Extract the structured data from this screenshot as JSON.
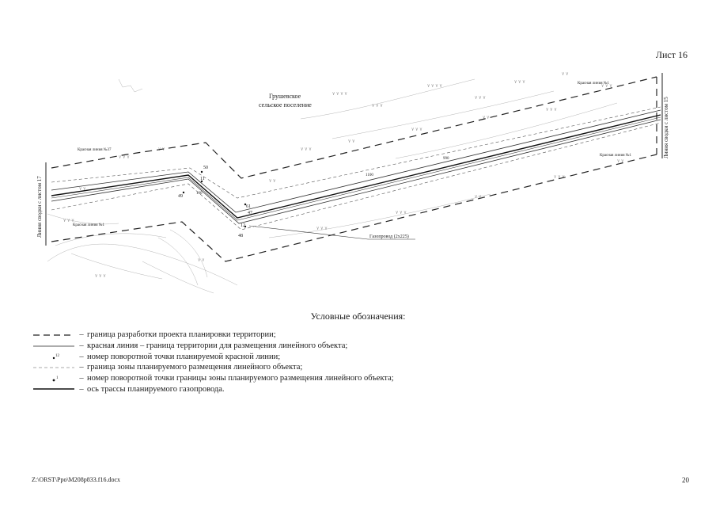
{
  "sheet": {
    "label": "Лист 16"
  },
  "map": {
    "settlement_line1": "Грушевское",
    "settlement_line2": "сельское поселение",
    "left_match_line": "Линия сводки с листом 17",
    "right_match_line": "Линия сводки с листом 15",
    "red_line_label_1": "Красная линия №37",
    "red_line_label_2": "Красная линия №1",
    "red_line_label_3": "Красная линия №1",
    "red_line_label_4": "Красная линия №1",
    "pipeline_label": "Газопровод (2х225)",
    "point_50": "50",
    "point_11": "11",
    "point_49": "49",
    "point_61": "61",
    "point_47": "47",
    "point_12": "12",
    "point_48": "48",
    "dim_1": "100",
    "dim_2": "1100",
    "dim_3": "990"
  },
  "legend": {
    "title": "Условные обозначения:",
    "items": [
      {
        "text": "граница разработки проекта планировки территории;"
      },
      {
        "text": "красная линия – граница территории для размещения линейного объекта;"
      },
      {
        "text": "номер поворотной точки планируемой красной линии;"
      },
      {
        "text": "граница зоны планируемого размещения линейного объекта;"
      },
      {
        "text": "номер поворотной точки границы зоны планируемого размещения линейного объекта;"
      },
      {
        "text": "ось трассы планируемого газопровода."
      }
    ],
    "dash_symbol": "–",
    "point_symbol_1": "12",
    "point_symbol_2": "1"
  },
  "footer": {
    "path": "Z:\\ORST\\Ppo\\M208p833.f16.docx",
    "page": "20"
  }
}
